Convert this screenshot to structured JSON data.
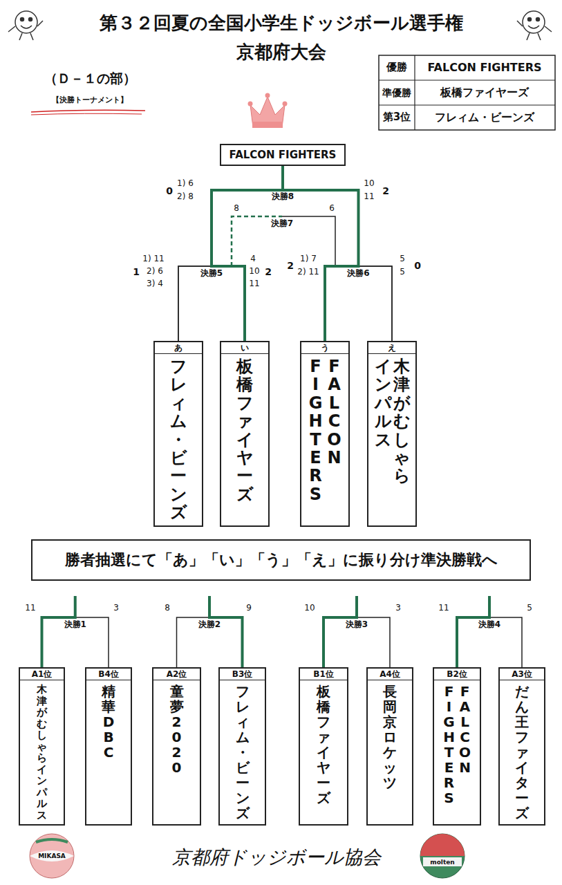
{
  "diagram": {
    "title": "第３２回夏の全国小学生ドッジボール選手権 京都府大会",
    "nodes": [
      {
        "text": [
          "FALCON FIGHTERS"
        ]
      },
      {
        "text": [
          "あ",
          "フレィム・ビーンズ"
        ]
      },
      {
        "text": [
          "い",
          "板橋ファイヤーズ"
        ]
      },
      {
        "text": [
          "う",
          "FALCON FIGHTERS"
        ]
      },
      {
        "text": [
          "え",
          "木津がむしゃらインパルス"
        ]
      },
      {
        "text": [
          "勝者抽選にて「あ」「い」「う」「え」に振り分け準決勝戦へ"
        ]
      },
      {
        "text": [
          "A1位",
          "木津がむしゃらインパルス"
        ]
      },
      {
        "text": [
          "B4位",
          "精華DBC"
        ]
      },
      {
        "text": [
          "A2位",
          "童夢2020"
        ]
      },
      {
        "text": [
          "B3位",
          "フレィム・ビーンズ"
        ]
      },
      {
        "text": [
          "B1位",
          "板橋ファイヤーズ"
        ]
      },
      {
        "text": [
          "A4位",
          "長岡京ロケッツ"
        ]
      },
      {
        "text": [
          "B2位",
          "FALCON FIGHTERS"
        ]
      },
      {
        "text": [
          "A3位",
          "だん王ファイターズ"
        ]
      }
    ],
    "edges": [
      {
        "from": 1,
        "to": 2,
        "arrow": "none",
        "label": "決勝5"
      },
      {
        "from": 3,
        "to": 4,
        "arrow": "none",
        "label": "決勝6"
      },
      {
        "from": 1,
        "to": 4,
        "arrow": "none",
        "label": "決勝7"
      },
      {
        "from": 2,
        "to": 0,
        "arrow": "none",
        "label": "決勝8"
      },
      {
        "from": 3,
        "to": 0,
        "arrow": "none"
      },
      {
        "from": 6,
        "to": 7,
        "arrow": "none",
        "label": "決勝1"
      },
      {
        "from": 8,
        "to": 9,
        "arrow": "none",
        "label": "決勝2"
      },
      {
        "from": 10,
        "to": 11,
        "arrow": "none",
        "label": "決勝3"
      },
      {
        "from": 12,
        "to": 13,
        "arrow": "none",
        "label": "決勝4"
      }
    ],
    "labels": [
      "（Ｄ－１の部）",
      "【決勝トーナメント】",
      "優勝",
      "FALCON FIGHTERS",
      "準優勝",
      "板橋ファイヤーズ",
      "第3位",
      "フレィム・ビーンズ",
      "0",
      "1) 6",
      "2) 8",
      "10",
      "2",
      "11",
      "8",
      "6",
      "1) 11",
      "1",
      "2) 6",
      "3) 4",
      "4",
      "10",
      "2",
      "11",
      "2",
      "1) 7",
      "2) 11",
      "5",
      "0",
      "5",
      "11",
      "3",
      "8",
      "9",
      "10",
      "3",
      "11",
      "5",
      "京都府ドッジボール協会",
      "MIKASA",
      "molten"
    ]
  }
}
